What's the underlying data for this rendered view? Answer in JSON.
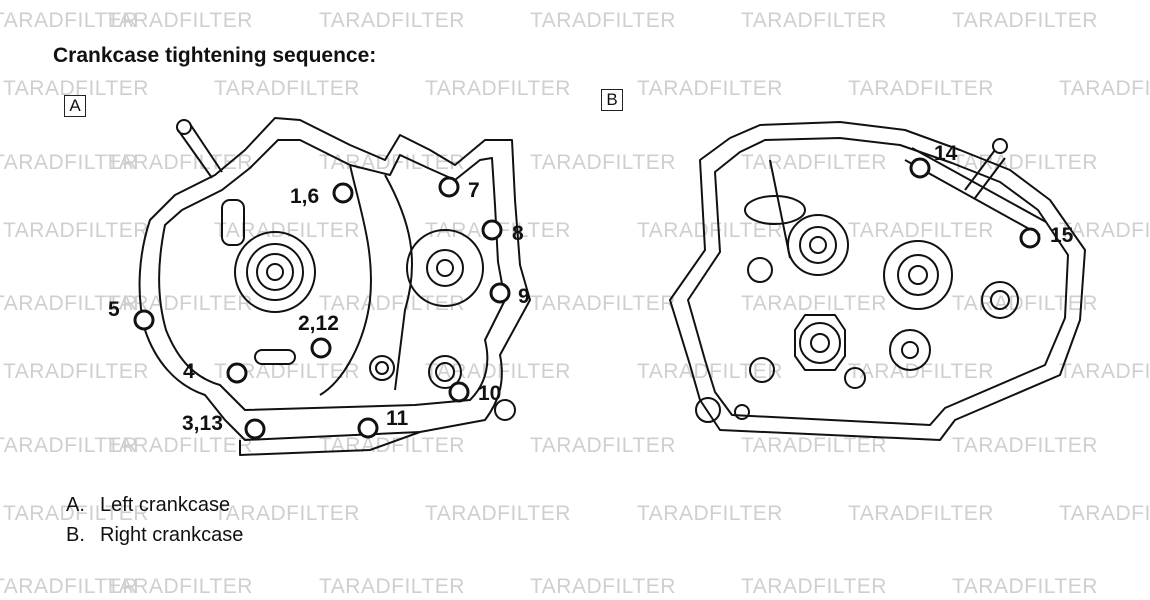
{
  "title": "Crankcase tightening sequence:",
  "watermark": "TARADFILTER",
  "panels": [
    {
      "box": "A"
    },
    {
      "box": "B"
    }
  ],
  "callouts_left": [
    "1,6",
    "7",
    "8",
    "9",
    "2,12",
    "5",
    "4",
    "10",
    "3,13",
    "11"
  ],
  "callouts_right": [
    "14",
    "15"
  ],
  "legend": [
    {
      "key": "A.",
      "text": "Left crankcase"
    },
    {
      "key": "B.",
      "text": "Right crankcase"
    }
  ]
}
